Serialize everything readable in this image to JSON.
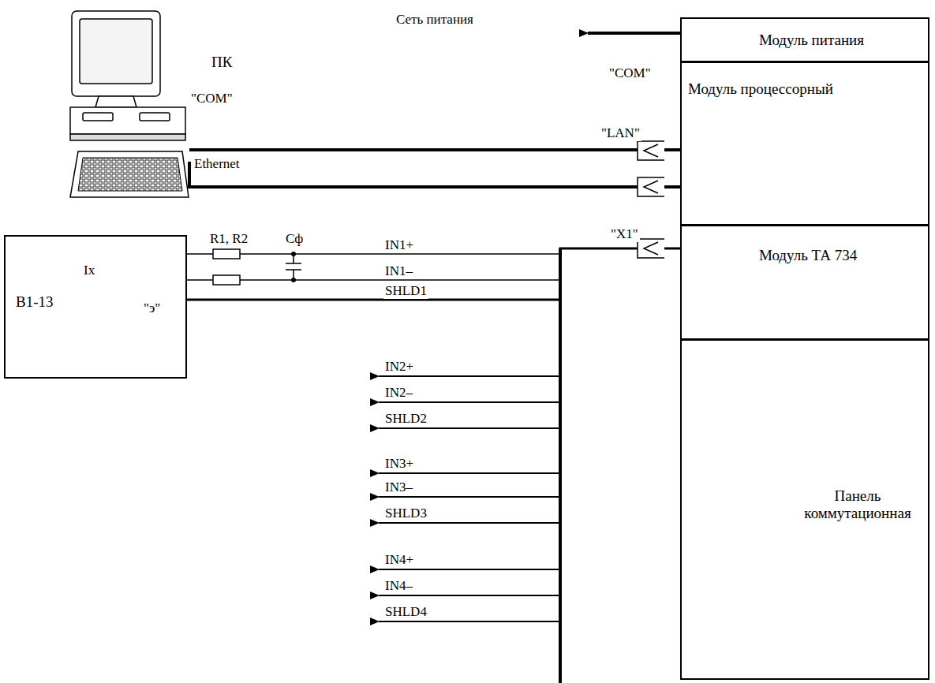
{
  "diagram": {
    "nodes": [
      {
        "text": [
          "ПК"
        ]
      },
      {
        "text": [
          "Модуль питания"
        ]
      },
      {
        "text": [
          "Модуль процессорный"
        ]
      },
      {
        "text": [
          "Модуль ТА 734"
        ]
      },
      {
        "text": [
          "Панель коммутационная"
        ]
      },
      {
        "text": [
          "В1-13"
        ]
      }
    ],
    "edges": [
      {
        "from": 0,
        "to": 2,
        "arrow": "none"
      },
      {
        "from": 0,
        "to": 2,
        "arrow": "none",
        "label": "Ethernet"
      },
      {
        "from": 5,
        "to": 3,
        "arrow": "none"
      }
    ],
    "labels": [
      "Сеть питания",
      "\"COM\"",
      "\"COM\"",
      "\"LAN\"",
      "\"X1\"",
      "R1, R2",
      "Сф",
      "Ix",
      "\"э\"",
      "IN1+",
      "IN1–",
      "SHLD1",
      "IN2+",
      "IN2–",
      "SHLD2",
      "IN3+",
      "IN3–",
      "SHLD3",
      "IN4+",
      "IN4–",
      "SHLD4"
    ]
  }
}
